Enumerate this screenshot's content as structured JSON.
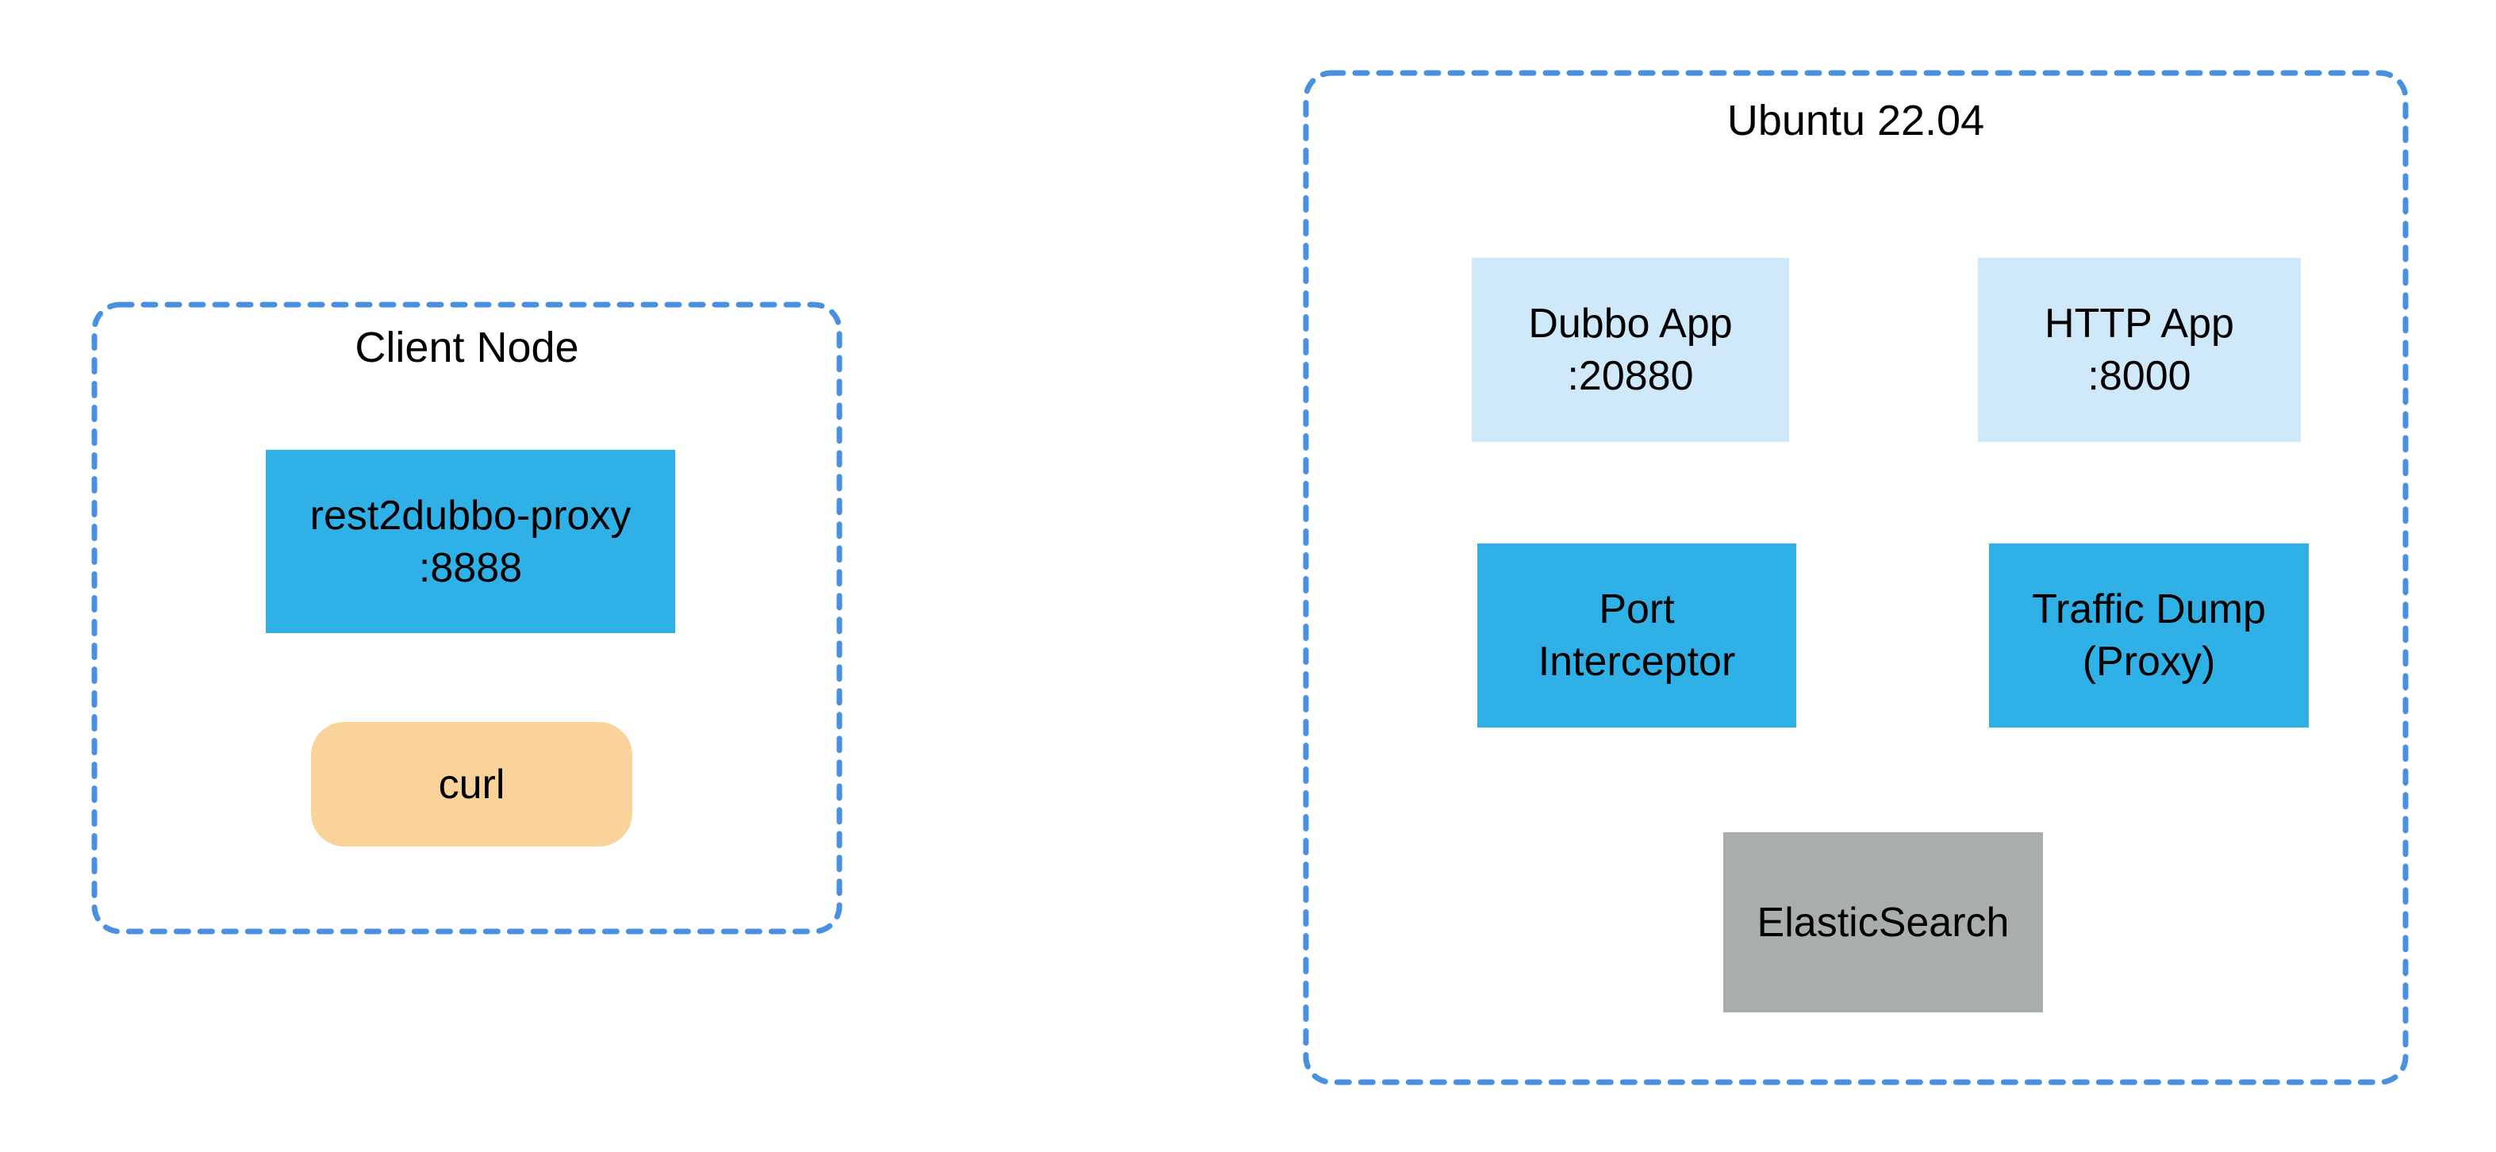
{
  "groups": [
    {
      "id": "client-node",
      "label": "Client Node",
      "nodes": [
        {
          "id": "rest2dubbo-proxy",
          "lines": [
            "rest2dubbo-proxy",
            ":8888"
          ],
          "color": "#2FB1E8",
          "shape": "rectangle"
        },
        {
          "id": "curl",
          "lines": [
            "curl"
          ],
          "color": "#FAD39B",
          "shape": "rounded-rectangle"
        }
      ]
    },
    {
      "id": "ubuntu-22-04",
      "label": "Ubuntu 22.04",
      "nodes": [
        {
          "id": "dubbo-app",
          "lines": [
            "Dubbo App",
            ":20880"
          ],
          "color": "#CFE8FA",
          "shape": "rectangle"
        },
        {
          "id": "http-app",
          "lines": [
            "HTTP App",
            ":8000"
          ],
          "color": "#CFE8FA",
          "shape": "rectangle"
        },
        {
          "id": "port-interceptor",
          "lines": [
            "Port",
            "Interceptor"
          ],
          "color": "#2FB1E8",
          "shape": "rectangle"
        },
        {
          "id": "traffic-dump-proxy",
          "lines": [
            "Traffic Dump",
            "(Proxy)"
          ],
          "color": "#2FB1E8",
          "shape": "rectangle"
        },
        {
          "id": "elasticsearch",
          "lines": [
            "ElasticSearch"
          ],
          "color": "#A9AEAD",
          "shape": "rectangle"
        }
      ]
    }
  ],
  "colors": {
    "background": "#FFFFFF",
    "dashed_border": "#4A90E0",
    "node_blue": "#2FB1E8",
    "node_light_blue": "#CFE8FA",
    "node_orange": "#FAD39B",
    "node_gray": "#A9AEAD",
    "text": "#000000"
  }
}
